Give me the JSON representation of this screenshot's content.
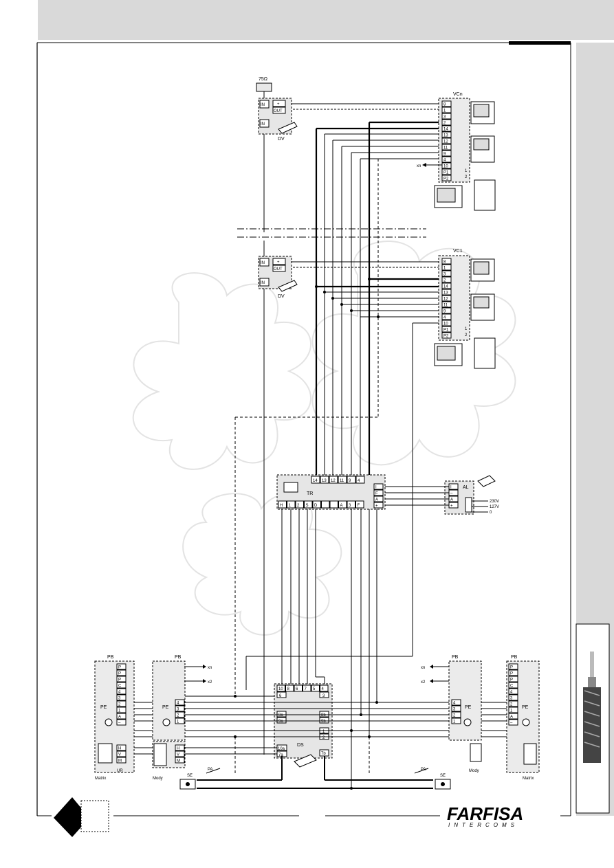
{
  "title_bar": {
    "color": "#d9d9d9"
  },
  "termination": {
    "label": "75Ω"
  },
  "dv_upper": {
    "label": "DV",
    "in1": "IN",
    "in2": "IN",
    "plus": "+",
    "out": "OUT"
  },
  "dv_lower": {
    "label": "DV",
    "in1": "IN",
    "in2": "IN",
    "plus": "+",
    "out": "OUT"
  },
  "vcn": {
    "label": "VCn",
    "terminals": [
      "8",
      "1",
      "3",
      "2",
      "14",
      "13",
      "12",
      "11",
      "9",
      "4",
      "10",
      "P1",
      "P2"
    ],
    "call1": "1",
    "call2": "2",
    "xn": "xn"
  },
  "vc1": {
    "label": "VC1",
    "terminals": [
      "8",
      "1",
      "3",
      "2",
      "14",
      "13",
      "12",
      "11",
      "9",
      "4",
      "10",
      "P1",
      "P2"
    ],
    "call1": "1",
    "call2": "2"
  },
  "tr": {
    "label": "TR",
    "top_terminals": [
      "14",
      "13",
      "12",
      "11",
      "9",
      "4"
    ],
    "bottom_terminals": [
      "H",
      "1",
      "2",
      "S",
      "D",
      "",
      "",
      "A",
      "3",
      "F"
    ],
    "right_terminals": [
      "I",
      "F",
      "A",
      "+"
    ]
  },
  "al": {
    "label": "AL",
    "terminals": [
      "I",
      "–",
      "A",
      "+"
    ],
    "mains": [
      "230V",
      "127V",
      "0"
    ]
  },
  "ds": {
    "label": "DS",
    "top_row": [
      "10",
      "8",
      "6",
      "7",
      "5",
      "4"
    ],
    "row2": [
      "6",
      "3"
    ],
    "left": [
      "8a",
      "9a"
    ],
    "right": [
      "8b",
      "9b"
    ],
    "right2": [
      "1",
      "2"
    ],
    "bottom_left": [
      "10a",
      "7a"
    ],
    "bottom_right": "7b"
  },
  "left_panel": {
    "pb": "PB",
    "pe": "PE",
    "terminals": [
      "P",
      "P",
      "P",
      "C",
      "4",
      "3",
      "2",
      "1",
      "A",
      "–"
    ],
    "ur": [
      "H",
      "V",
      "M"
    ],
    "ur_label": "UR",
    "brand": "Matrix"
  },
  "left_mody": {
    "pb": "PB",
    "xn": "xn",
    "x2": "x2",
    "pe": "PE",
    "terminals": [
      "4",
      "3",
      "2",
      "1"
    ],
    "ur": [
      "H",
      "V",
      "M"
    ],
    "brand": "Mody"
  },
  "right_mody": {
    "pb": "PB",
    "xn": "xn",
    "x2": "x2",
    "pe": "PE",
    "terminals": [
      "4",
      "3",
      "2",
      "1"
    ],
    "brand": "Mody"
  },
  "right_panel": {
    "pb": "PB",
    "pe": "PE",
    "terminals": [
      "P",
      "P",
      "P",
      "C",
      "4",
      "3",
      "2",
      "1",
      "A",
      "–"
    ],
    "brand": "Matrix"
  },
  "lock": {
    "pa": "PA",
    "se": "SE"
  },
  "footer": {
    "brand": "FARFISA",
    "sub": "INTERCOMS"
  }
}
